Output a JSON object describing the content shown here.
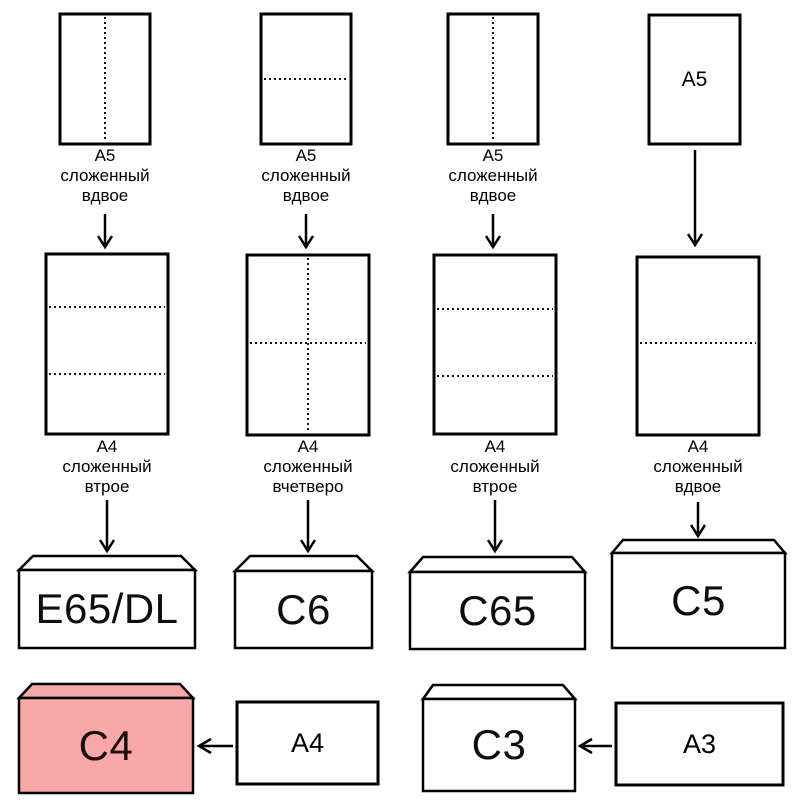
{
  "diagram": {
    "columns": [
      {
        "top_caption": "A5\nсложенный\nвдвое",
        "mid_caption": "A4\nсложенный\nвтрое",
        "envelope_label": "E65/DL"
      },
      {
        "top_caption": "A5\nсложенный\nвдвое",
        "mid_caption": "A4\nсложенный\nвчетверо",
        "envelope_label": "C6"
      },
      {
        "top_caption": "A5\nсложенный\nвдвое",
        "mid_caption": "A4\nсложенный\nвтрое",
        "envelope_label": "C65"
      },
      {
        "top_sheet_label": "A5",
        "mid_caption": "A4\nсложенный\nвдвое",
        "envelope_label": "C5"
      }
    ],
    "bottom_rows": [
      {
        "envelope_label": "C4",
        "source_label": "A4",
        "highlighted": true
      },
      {
        "envelope_label": "C3",
        "source_label": "A3",
        "highlighted": false
      }
    ],
    "colors": {
      "highlight_fill": "#f9a8a8",
      "stroke": "#000000"
    }
  }
}
